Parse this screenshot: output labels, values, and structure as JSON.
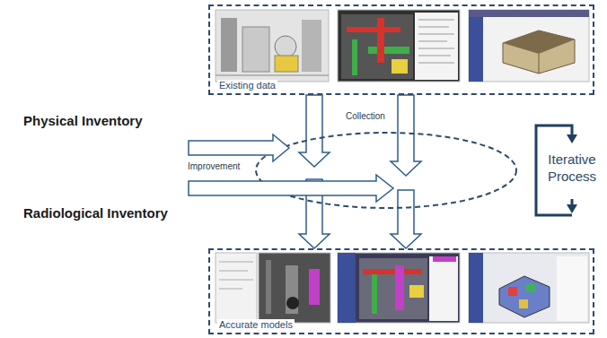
{
  "diagram": {
    "nodes": [
      {
        "text": [
          "Existing data"
        ]
      },
      {
        "text": [
          "Accurate models"
        ]
      }
    ],
    "edges": [
      {
        "from": 0,
        "to": 1,
        "arrow": "to"
      },
      {
        "from": 0,
        "to": 1,
        "arrow": "to"
      }
    ],
    "labels": [
      "Physical Inventory",
      "Radiological Inventory",
      "Collection",
      "Improvement",
      "Iterative Process"
    ]
  }
}
